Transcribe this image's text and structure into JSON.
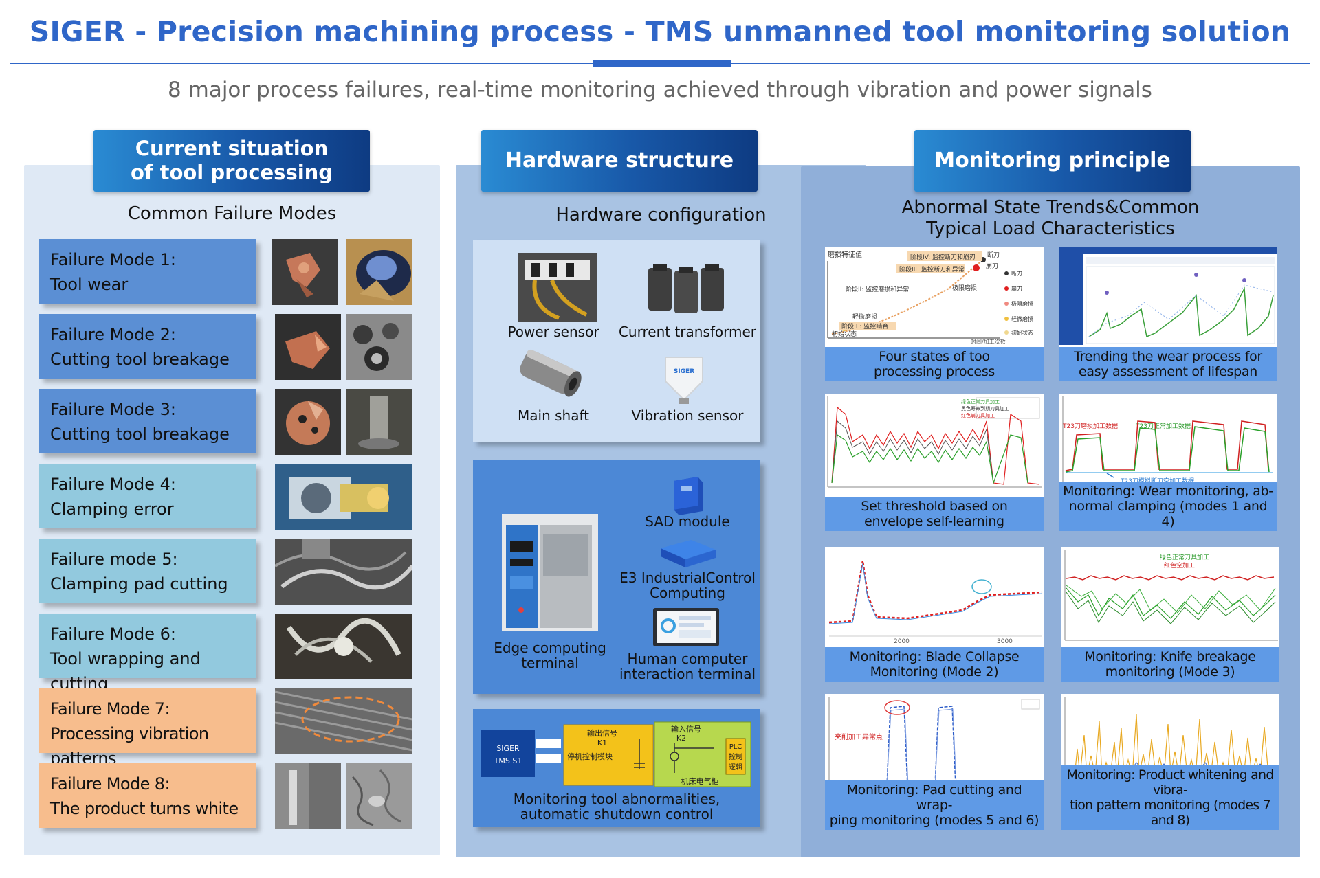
{
  "header": {
    "title": "SIGER - Precision machining process - TMS unmanned tool monitoring solution",
    "subtitle": "8 major process failures, real-time monitoring achieved through vibration and power signals"
  },
  "colors": {
    "accent": "#2f66c8",
    "panel_head": "#1858a8",
    "mode_blue": "#5b8fd4",
    "mode_cyan": "#92c9de",
    "mode_orange": "#f7bd8d",
    "caption_blue": "#5f9ae6"
  },
  "left": {
    "heading_line1": "Current situation",
    "heading_line2": "of tool processing",
    "section_title": "Common Failure Modes",
    "modes": [
      {
        "title": "Failure Mode 1:",
        "name": "Tool wear"
      },
      {
        "title": "Failure Mode 2:",
        "name": "Cutting tool breakage"
      },
      {
        "title": "Failure Mode 3:",
        "name": "Cutting tool breakage"
      },
      {
        "title": "Failure Mode 4:",
        "name": "Clamping error"
      },
      {
        "title": "Failure mode 5:",
        "name": "Clamping pad cutting"
      },
      {
        "title": "Failure Mode 6:",
        "name": "Tool wrapping and cutting"
      },
      {
        "title": "Failure Mode 7:",
        "name": "Processing vibration patterns"
      },
      {
        "title": "Failure Mode 8:",
        "name": "The product turns white"
      }
    ]
  },
  "middle": {
    "heading": "Hardware structure",
    "section_title": "Hardware configuration",
    "sensors": {
      "power_sensor": "Power sensor",
      "current_transformer": "Current transformer",
      "main_shaft": "Main shaft",
      "vibration_sensor": "Vibration sensor",
      "vibration_brand": "SIGER"
    },
    "computing": {
      "edge_line1": "Edge computing",
      "edge_line2": "terminal",
      "sad_module": "SAD module",
      "e3_line1": "E3 IndustrialControl",
      "e3_line2": "Computing",
      "hci_line1": "Human computer",
      "hci_line2": "interaction terminal"
    },
    "control": {
      "device_line1": "SIGER",
      "device_line2": "TMS S1",
      "output_signal": "输出信号",
      "k1": "K1",
      "stop_module": "停机控制模块",
      "input_signal": "输入信号",
      "k2": "K2",
      "plc_line1": "PLC",
      "plc_line2": "控制",
      "plc_line3": "逻辑",
      "cabinet": "机床电气柜",
      "caption_line1": "Monitoring tool abnormalities,",
      "caption_line2": "automatic shutdown control"
    }
  },
  "right": {
    "heading": "Monitoring principle",
    "section_title_line1": "Abnormal State Trends&Common",
    "section_title_line2": "Typical Load Characteristics",
    "cards": [
      {
        "line1": "Four states of too",
        "line2": "processing process"
      },
      {
        "line1": "Trending the wear process for",
        "line2": "easy assessment of lifespan"
      },
      {
        "line1": "Set threshold based on",
        "line2": "envelope self-learning"
      },
      {
        "line1": "Monitoring: Wear monitoring, ab-",
        "line2": "normal clamping (modes 1 and 4)"
      },
      {
        "line1": "Monitoring: Blade Collapse",
        "line2": "Monitoring (Mode 2)"
      },
      {
        "line1": "Monitoring: Knife breakage",
        "line2": "monitoring (Mode 3)"
      },
      {
        "line1": "Monitoring: Pad cutting and wrap-",
        "line2": "ping monitoring (modes 5 and 6)"
      },
      {
        "line1": "Monitoring: Product whitening and vibra-",
        "line2": "tion pattern monitoring (modes 7 and 8)"
      }
    ],
    "chart_labels": {
      "c1_ylabel": "磨损特征值",
      "c1_stage4": "阶段IV: 监控断刀和崩刃",
      "c1_stage3": "阶段III: 监控断刀和异常",
      "c1_stage2": "阶段II: 监控磨损和异常",
      "c1_stage1": "阶段 I : 监控啮合",
      "c1_light": "轻微磨损",
      "c1_initial": "初始状态",
      "c1_extreme": "极限磨损",
      "c1_broken": "断刀",
      "c1_chip": "崩刀",
      "c1_xlabel": "时间/加工次数",
      "c1_leg1": "断刀",
      "c1_leg2": "崩刀",
      "c1_leg3": "极限磨损",
      "c1_leg4": "轻微磨损",
      "c1_leg5": "初始状态",
      "c3_leg1": "绿色正常刀具加工",
      "c3_leg2": "黑色寿命到期刀具加工",
      "c3_leg3": "红色崩刀具加工",
      "c4_red": "T23刀磨损加工数据",
      "c4_green": "T23刀正常加工数据",
      "c4_blue": "T23刀模拟断刀空加工数据",
      "c5_x1": "2000",
      "c5_x2": "3000",
      "c6_leg1": "绿色正常刀具加工",
      "c6_leg2": "红色空加工",
      "c7_label": "夹削加工异常点"
    }
  }
}
